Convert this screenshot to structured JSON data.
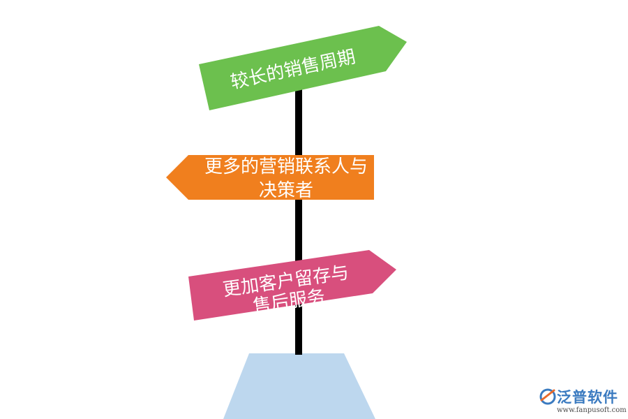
{
  "signs": [
    {
      "lines": [
        "较长的销售周期"
      ],
      "color": "#6cc04e"
    },
    {
      "lines": [
        "更多的营销联系人与",
        "决策者"
      ],
      "color": "#f07f1e"
    },
    {
      "lines": [
        "更加客户留存与",
        "售后服务"
      ],
      "color": "#d84f7d"
    }
  ],
  "pole_color": "#000000",
  "base_color": "#bdd7ee",
  "logo": {
    "name": "泛普软件",
    "url": "www.fanpusoft.com",
    "color": "#3a7ac0",
    "mark_color": "#e86a2c"
  }
}
